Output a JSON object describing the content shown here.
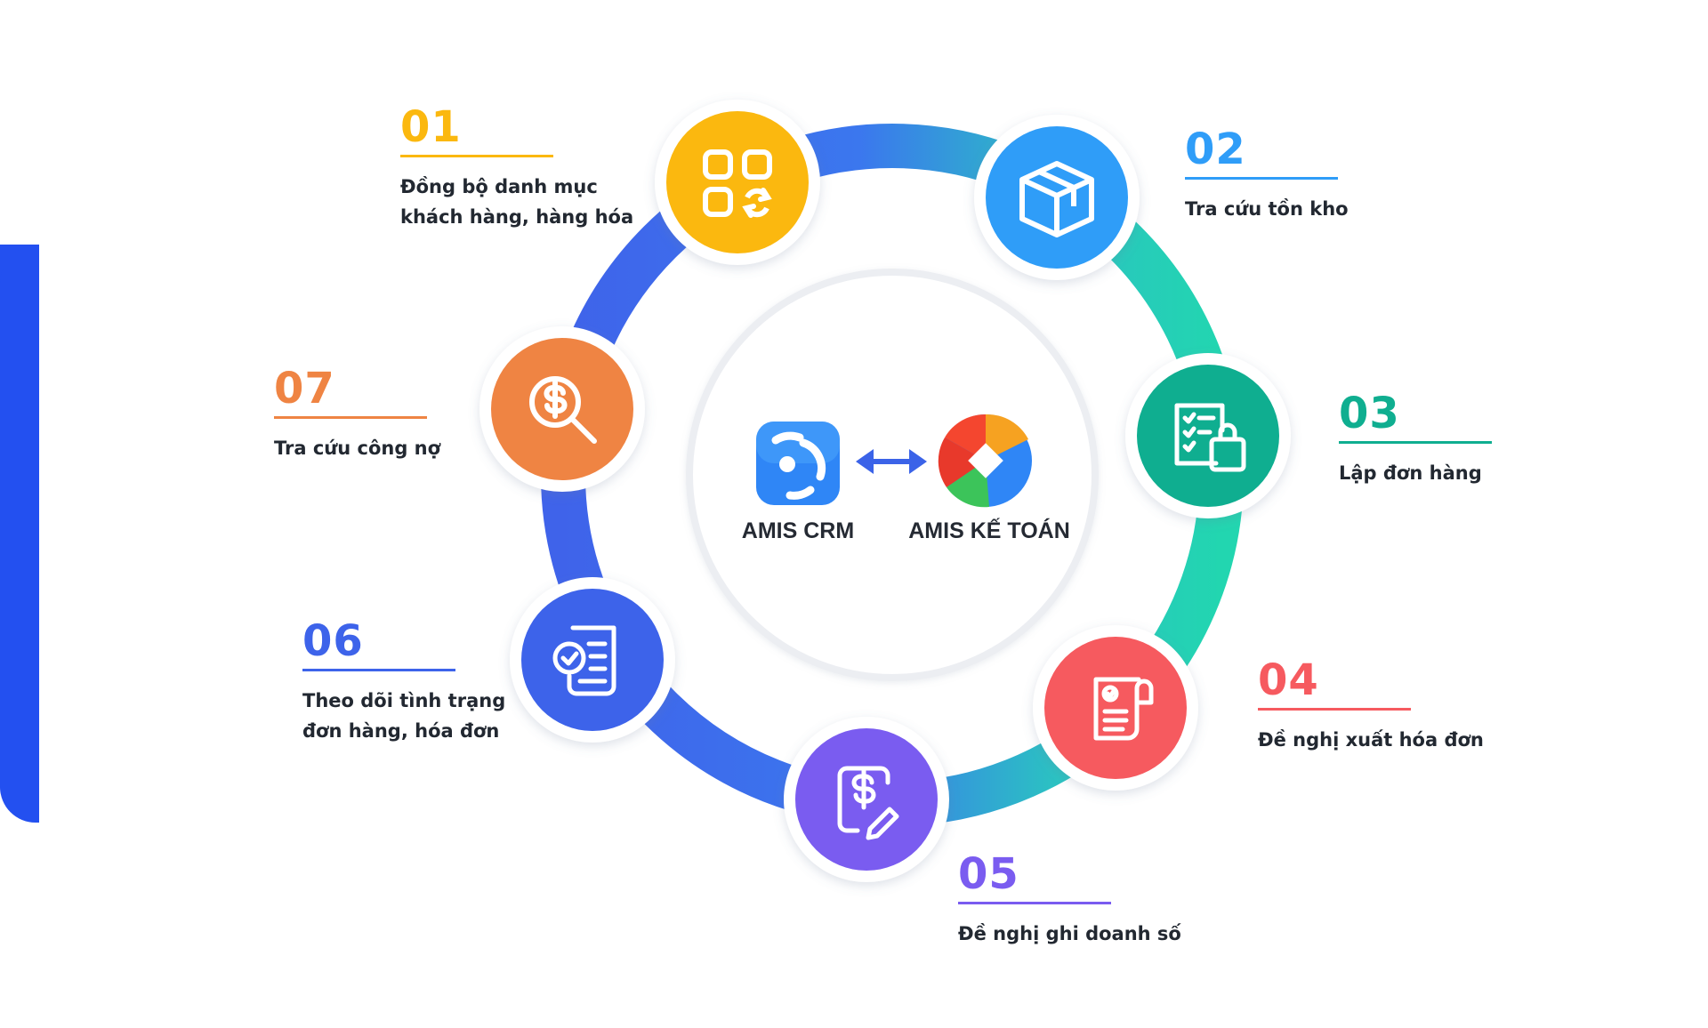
{
  "colors": {
    "step01": "#fbb80f",
    "step02": "#2f9df8",
    "step03": "#0fae90",
    "step04": "#f65a5f",
    "step05": "#7a5cf0",
    "step06": "#3d63ea",
    "step07": "#ef8443",
    "ring_blue": "#3a6fe8",
    "ring_teal": "#27cdb4",
    "side_accent": "#2350f0"
  },
  "center": {
    "left_logo_label": "AMIS CRM",
    "right_logo_label": "AMIS KẾ TOÁN",
    "left_logo_icon": "amis-crm-logo-icon",
    "right_logo_icon": "amis-accounting-logo-icon",
    "connector_icon": "double-arrow-icon"
  },
  "steps": [
    {
      "number": "01",
      "text": "Đồng bộ danh mục\nkhách hàng, hàng hóa",
      "icon": "grid-sync-icon"
    },
    {
      "number": "02",
      "text": "Tra cứu tồn kho",
      "icon": "box-icon"
    },
    {
      "number": "03",
      "text": "Lập đơn hàng",
      "icon": "order-bag-icon"
    },
    {
      "number": "04",
      "text": "Đề nghị xuất hóa đơn",
      "icon": "invoice-receipt-icon"
    },
    {
      "number": "05",
      "text": "Đề nghị ghi doanh số",
      "icon": "dollar-edit-icon"
    },
    {
      "number": "06",
      "text": "Theo dõi tình trạng\nđơn hàng, hóa đơn",
      "icon": "document-check-icon"
    },
    {
      "number": "07",
      "text": "Tra cứu công nợ",
      "icon": "dollar-search-icon"
    }
  ]
}
